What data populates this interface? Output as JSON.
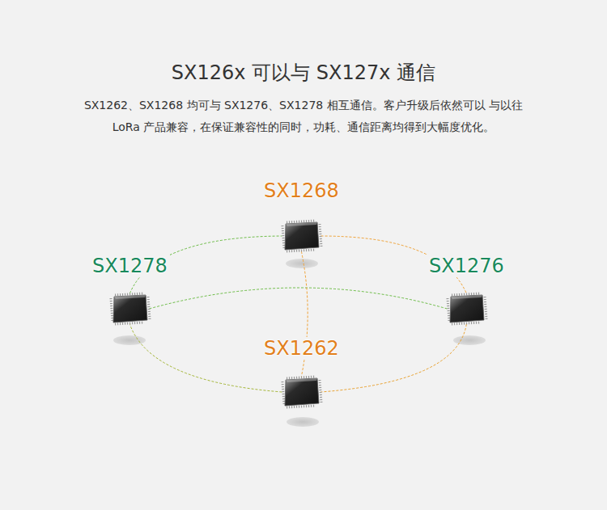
{
  "diagram": {
    "title": "SX126x 可以与 SX127x 通信",
    "caption": "SX1262、SX1268 均可与 SX1276、SX1278 相互通信。客户升级后依然可以 与以往 LoRa 产品兼容，在保证兼容性的同时，功耗、通信距离均得到大幅度优化。",
    "nodes": [
      {
        "text": [
          "SX1268"
        ]
      },
      {
        "text": [
          "SX1278"
        ]
      },
      {
        "text": [
          "SX1276"
        ]
      },
      {
        "text": [
          "SX1262"
        ]
      }
    ],
    "edges": [
      {
        "from": 0,
        "to": 2,
        "arrow": "none"
      },
      {
        "from": 2,
        "to": 3,
        "arrow": "none"
      },
      {
        "from": 3,
        "to": 1,
        "arrow": "none"
      },
      {
        "from": 1,
        "to": 0,
        "arrow": "none"
      },
      {
        "from": 1,
        "to": 2,
        "arrow": "none"
      },
      {
        "from": 0,
        "to": 3,
        "arrow": "none"
      }
    ]
  }
}
